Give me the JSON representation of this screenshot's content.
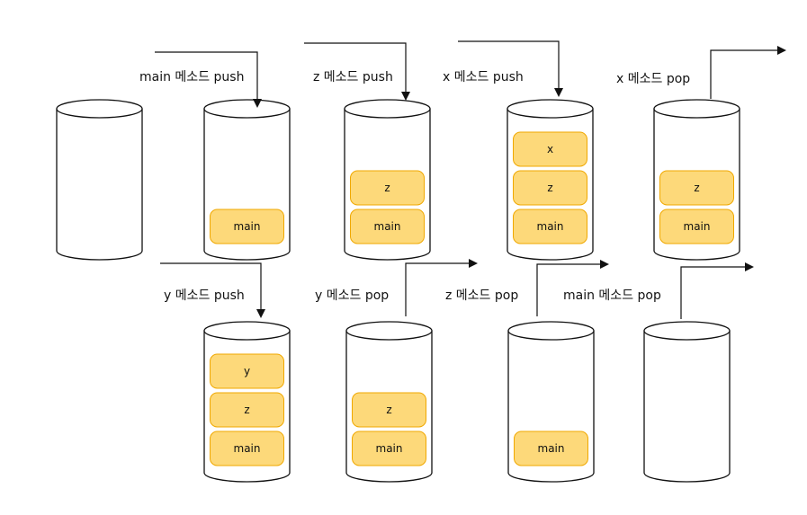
{
  "colors": {
    "frame_fill": "#fdd97a",
    "frame_stroke": "#f0a800",
    "cylinder_stroke": "#111111",
    "arrow": "#111111"
  },
  "steps": [
    {
      "label": "",
      "action": "none",
      "frames": []
    },
    {
      "label": "main 메소드 push",
      "action": "push",
      "frames": [
        "main"
      ]
    },
    {
      "label": "z 메소드 push",
      "action": "push",
      "frames": [
        "main",
        "z"
      ]
    },
    {
      "label": "x 메소드 push",
      "action": "push",
      "frames": [
        "main",
        "z",
        "x"
      ]
    },
    {
      "label": "x 메소드 pop",
      "action": "pop",
      "frames": [
        "main",
        "z"
      ]
    },
    {
      "label": "y 메소드 push",
      "action": "push",
      "frames": [
        "main",
        "z",
        "y"
      ]
    },
    {
      "label": "y 메소드 pop",
      "action": "pop",
      "frames": [
        "main",
        "z"
      ]
    },
    {
      "label": "z 메소드 pop",
      "action": "pop",
      "frames": [
        "main"
      ]
    },
    {
      "label": "main 메소드 pop",
      "action": "pop",
      "frames": []
    }
  ]
}
